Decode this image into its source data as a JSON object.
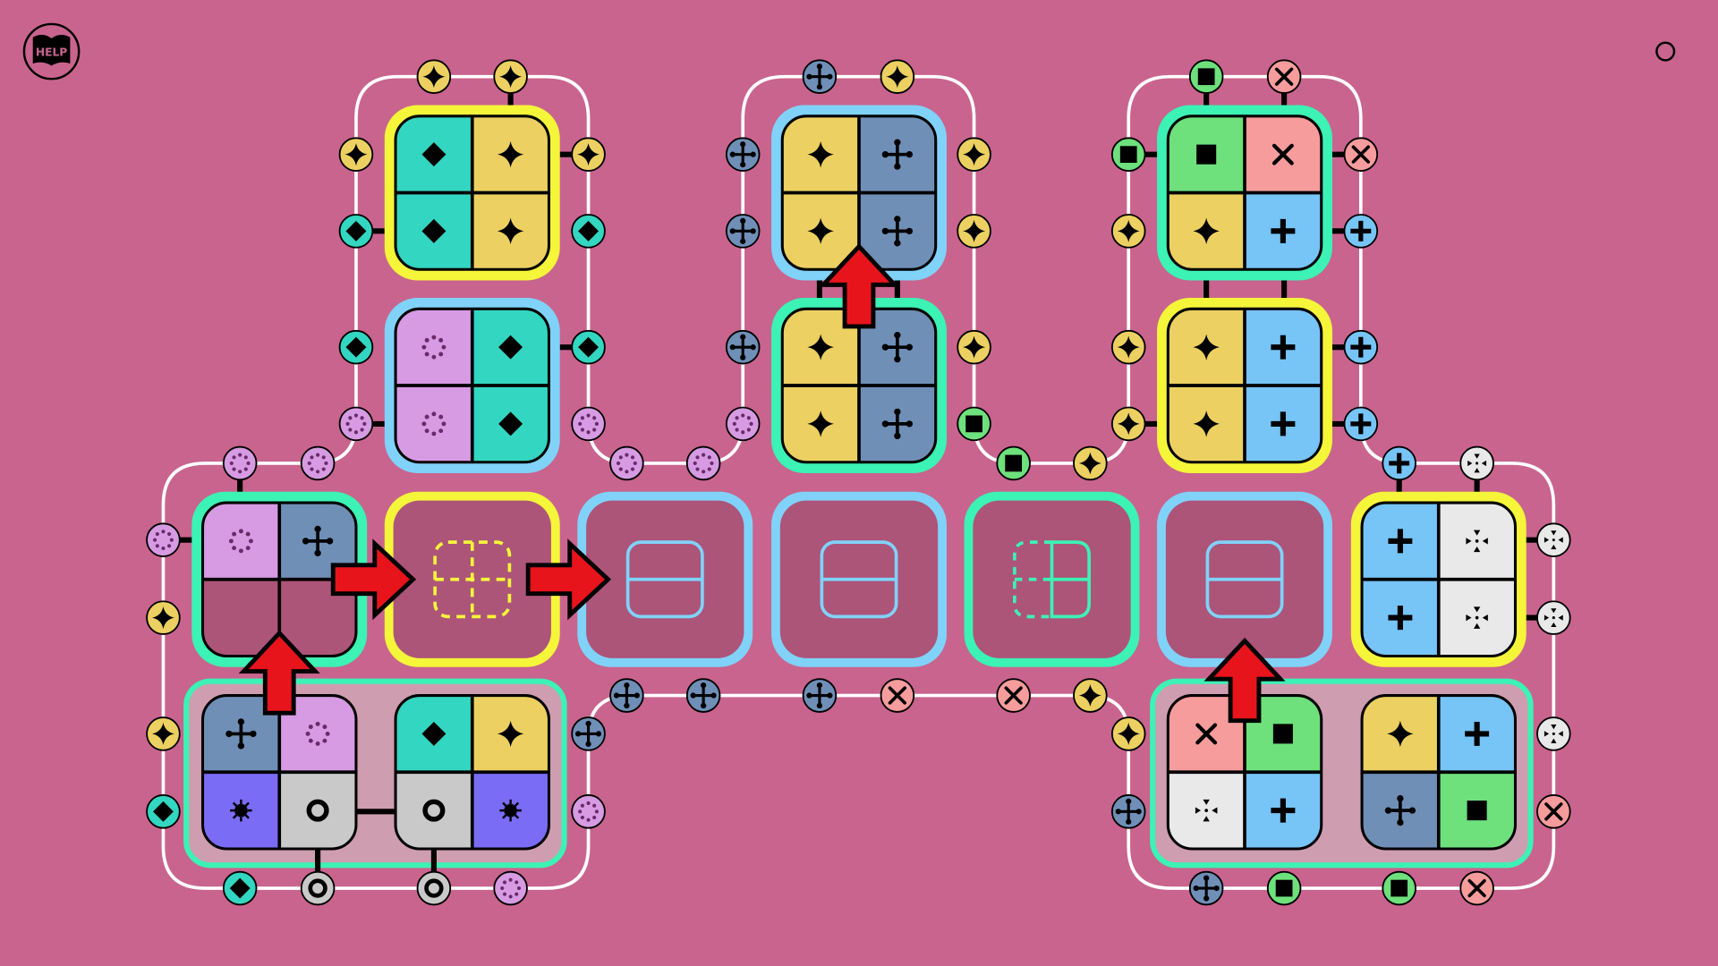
{
  "help_button": {
    "label": "HELP"
  },
  "menu_button": {
    "icon": "circle-icon"
  },
  "colors": {
    "background": "#c9648e",
    "teal": "#33d6c0",
    "yellow": "#ecd061",
    "slate": "#6f8fb7",
    "lavender": "#d69be2",
    "green": "#6ee07c",
    "salmon": "#f69c9c",
    "blue": "#77c4f6",
    "white": "#e9e9e9",
    "purple": "#7b6cf6",
    "grey": "#c9c9c9",
    "empty": "#ad5479",
    "frame_yellow": "#f5f53a",
    "frame_blue": "#80d2f8",
    "frame_green": "#3cf2b4",
    "arrow": "#e8141c"
  },
  "pieces": [
    {
      "frame": "frame_yellow",
      "cells": [
        [
          "diamond",
          "teal"
        ],
        [
          "star",
          "yellow"
        ],
        [
          "diamond",
          "teal"
        ],
        [
          "star",
          "yellow"
        ]
      ]
    },
    {
      "frame": "frame_blue",
      "cells": [
        [
          "dotcircle",
          "lavender"
        ],
        [
          "diamond",
          "teal"
        ],
        [
          "dotcircle",
          "lavender"
        ],
        [
          "diamond",
          "teal"
        ]
      ]
    },
    {
      "frame": "frame_blue",
      "cells": [
        [
          "star",
          "yellow"
        ],
        [
          "cross",
          "slate"
        ],
        [
          "star",
          "yellow"
        ],
        [
          "cross",
          "slate"
        ]
      ]
    },
    {
      "frame": "frame_green",
      "cells": [
        [
          "star",
          "yellow"
        ],
        [
          "cross",
          "slate"
        ],
        [
          "star",
          "yellow"
        ],
        [
          "cross",
          "slate"
        ]
      ]
    },
    {
      "frame": "frame_green",
      "cells": [
        [
          "square",
          "green"
        ],
        [
          "x",
          "salmon"
        ],
        [
          "star",
          "yellow"
        ],
        [
          "plus",
          "blue"
        ]
      ]
    },
    {
      "frame": "frame_yellow",
      "cells": [
        [
          "star",
          "yellow"
        ],
        [
          "plus",
          "blue"
        ],
        [
          "star",
          "yellow"
        ],
        [
          "plus",
          "blue"
        ]
      ]
    },
    {
      "frame": "frame_green",
      "cells": [
        [
          "dotcircle",
          "lavender"
        ],
        [
          "cross",
          "slate"
        ],
        [
          "none",
          "empty"
        ],
        [
          "none",
          "empty"
        ]
      ]
    },
    {
      "frame": "frame_yellow",
      "cells": [
        [
          "plus",
          "blue"
        ],
        [
          "dots",
          "white"
        ],
        [
          "plus",
          "blue"
        ],
        [
          "dots",
          "white"
        ]
      ]
    },
    {
      "frame": "none",
      "cells": [
        [
          "cross",
          "slate"
        ],
        [
          "dotcircle",
          "lavender"
        ],
        [
          "burst",
          "purple"
        ],
        [
          "ring",
          "grey"
        ]
      ]
    },
    {
      "frame": "none",
      "cells": [
        [
          "diamond",
          "teal"
        ],
        [
          "star",
          "yellow"
        ],
        [
          "ring",
          "grey"
        ],
        [
          "burst",
          "purple"
        ]
      ]
    },
    {
      "frame": "none",
      "cells": [
        [
          "x",
          "salmon"
        ],
        [
          "square",
          "green"
        ],
        [
          "dots",
          "white"
        ],
        [
          "plus",
          "blue"
        ]
      ]
    },
    {
      "frame": "none",
      "cells": [
        [
          "star",
          "yellow"
        ],
        [
          "plus",
          "blue"
        ],
        [
          "cross",
          "slate"
        ],
        [
          "square",
          "green"
        ]
      ]
    }
  ],
  "slots": [
    {
      "frame": "frame_yellow",
      "icon": "quad-dashed",
      "icon_color": "frame_yellow"
    },
    {
      "frame": "frame_blue",
      "icon": "half-horizontal",
      "icon_color": "frame_blue"
    },
    {
      "frame": "frame_blue",
      "icon": "half-horizontal",
      "icon_color": "frame_blue"
    },
    {
      "frame": "frame_green",
      "icon": "half-vertical-dashed",
      "icon_color": "frame_green"
    },
    {
      "frame": "frame_blue",
      "icon": "half-horizontal",
      "icon_color": "frame_blue"
    }
  ],
  "arrows": [
    "right",
    "right",
    "up",
    "up",
    "up"
  ],
  "tokens": [
    [
      "star",
      "yellow"
    ],
    [
      "star",
      "yellow"
    ],
    [
      "star",
      "yellow"
    ],
    [
      "star",
      "yellow"
    ],
    [
      "diamond",
      "teal"
    ],
    [
      "diamond",
      "teal"
    ],
    [
      "diamond",
      "teal"
    ],
    [
      "diamond",
      "teal"
    ],
    [
      "dotcircle",
      "lavender"
    ],
    [
      "dotcircle",
      "lavender"
    ],
    [
      "dotcircle",
      "lavender"
    ],
    [
      "dotcircle",
      "lavender"
    ],
    [
      "dotcircle",
      "lavender"
    ],
    [
      "dotcircle",
      "lavender"
    ],
    [
      "dotcircle",
      "lavender"
    ],
    [
      "star",
      "yellow"
    ],
    [
      "star",
      "yellow"
    ],
    [
      "diamond",
      "teal"
    ],
    [
      "cross",
      "slate"
    ],
    [
      "dotcircle",
      "lavender"
    ],
    [
      "diamond",
      "teal"
    ],
    [
      "ring",
      "grey"
    ],
    [
      "ring",
      "grey"
    ],
    [
      "dotcircle",
      "lavender"
    ],
    [
      "cross",
      "slate"
    ],
    [
      "star",
      "yellow"
    ],
    [
      "cross",
      "slate"
    ],
    [
      "star",
      "yellow"
    ],
    [
      "cross",
      "slate"
    ],
    [
      "star",
      "yellow"
    ],
    [
      "cross",
      "slate"
    ],
    [
      "star",
      "yellow"
    ],
    [
      "dotcircle",
      "lavender"
    ],
    [
      "square",
      "green"
    ],
    [
      "square",
      "green"
    ],
    [
      "star",
      "yellow"
    ],
    [
      "cross",
      "slate"
    ],
    [
      "cross",
      "slate"
    ],
    [
      "cross",
      "slate"
    ],
    [
      "x",
      "salmon"
    ],
    [
      "x",
      "salmon"
    ],
    [
      "star",
      "yellow"
    ],
    [
      "square",
      "green"
    ],
    [
      "x",
      "salmon"
    ],
    [
      "square",
      "green"
    ],
    [
      "x",
      "salmon"
    ],
    [
      "star",
      "yellow"
    ],
    [
      "plus",
      "blue"
    ],
    [
      "star",
      "yellow"
    ],
    [
      "plus",
      "blue"
    ],
    [
      "star",
      "yellow"
    ],
    [
      "plus",
      "blue"
    ],
    [
      "plus",
      "blue"
    ],
    [
      "dots",
      "white"
    ],
    [
      "dots",
      "white"
    ],
    [
      "dots",
      "white"
    ],
    [
      "star",
      "yellow"
    ],
    [
      "cross",
      "slate"
    ],
    [
      "dots",
      "white"
    ],
    [
      "x",
      "salmon"
    ],
    [
      "cross",
      "slate"
    ],
    [
      "square",
      "green"
    ],
    [
      "square",
      "green"
    ],
    [
      "x",
      "salmon"
    ]
  ]
}
